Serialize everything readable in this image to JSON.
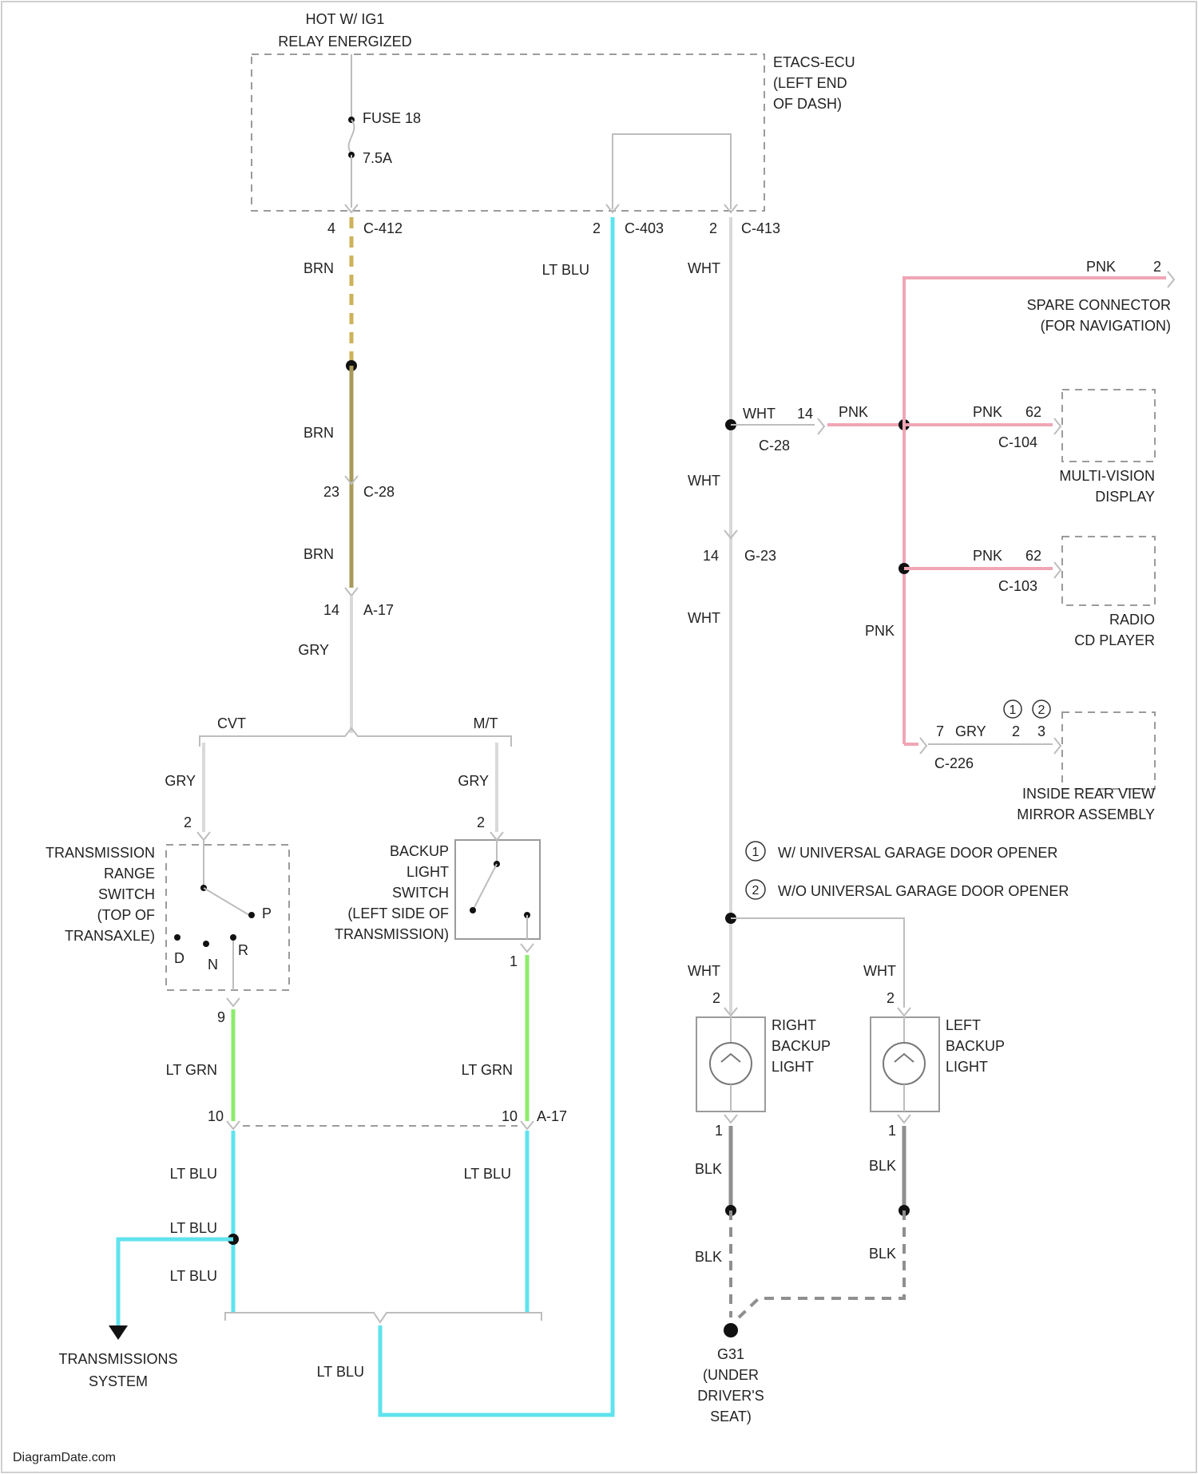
{
  "power": {
    "line1": "HOT W/ IG1",
    "line2": "RELAY ENERGIZED"
  },
  "etacs": {
    "line1": "ETACS-ECU",
    "line2": "(LEFT END",
    "line3": "OF DASH)"
  },
  "fuse": {
    "name": "FUSE 18",
    "rating": "7.5A"
  },
  "connectors": {
    "c412_pin": "4",
    "c412": "C-412",
    "c403_pin": "2",
    "c403": "C-403",
    "c413_pin": "2",
    "c413": "C-413",
    "c28a_pin": "23",
    "c28a": "C-28",
    "a17a_pin": "14",
    "a17a": "A-17",
    "c28b_pin": "14",
    "c28b": "C-28",
    "g23_pin": "14",
    "g23": "G-23",
    "a17b_pin_l": "10",
    "a17b_pin_r": "10",
    "a17b": "A-17",
    "c104_pin": "62",
    "c104": "C-104",
    "c103_pin": "62",
    "c103": "C-103",
    "c226_pin": "7",
    "c226": "C-226",
    "spare_pin": "2"
  },
  "wires": {
    "brn": "BRN",
    "gry": "GRY",
    "lt_blu": "LT BLU",
    "wht": "WHT",
    "pnk": "PNK",
    "lt_grn": "LT GRN",
    "blk": "BLK"
  },
  "branches": {
    "cvt": "CVT",
    "mt": "M/T"
  },
  "range_switch": {
    "line1": "TRANSMISSION",
    "line2": "RANGE",
    "line3": "SWITCH",
    "line4": "(TOP OF",
    "line5": "TRANSAXLE)",
    "pin_top": "2",
    "pin_bottom": "9",
    "pos_p": "P",
    "pos_d": "D",
    "pos_n": "N",
    "pos_r": "R"
  },
  "backup_switch": {
    "line1": "BACKUP",
    "line2": "LIGHT",
    "line3": "SWITCH",
    "line4": "(LEFT SIDE OF",
    "line5": "TRANSMISSION)",
    "pin_top": "2",
    "pin_bottom": "1"
  },
  "components": {
    "spare_1": "SPARE CONNECTOR",
    "spare_2": "(FOR NAVIGATION)",
    "mvd_1": "MULTI-VISION",
    "mvd_2": "DISPLAY",
    "radio_1": "RADIO",
    "radio_2": "CD PLAYER",
    "mirror_1": "INSIDE REAR VIEW",
    "mirror_2": "MIRROR ASSEMBLY",
    "mirror_pin1": "2",
    "mirror_pin2": "3",
    "right_1": "RIGHT",
    "right_2": "BACKUP",
    "right_3": "LIGHT",
    "left_1": "LEFT",
    "left_2": "BACKUP",
    "left_3": "LIGHT",
    "lamp_pin_top": "2",
    "lamp_pin_bottom": "1",
    "trans_1": "TRANSMISSIONS",
    "trans_2": "SYSTEM",
    "ground_1": "G31",
    "ground_2": "(UNDER",
    "ground_3": "DRIVER'S",
    "ground_4": "SEAT)"
  },
  "legend": [
    {
      "num": "1",
      "text": "W/ UNIVERSAL GARAGE DOOR OPENER"
    },
    {
      "num": "2",
      "text": "W/O UNIVERSAL GARAGE DOOR OPENER"
    }
  ],
  "watermark": "DiagramDate.com"
}
